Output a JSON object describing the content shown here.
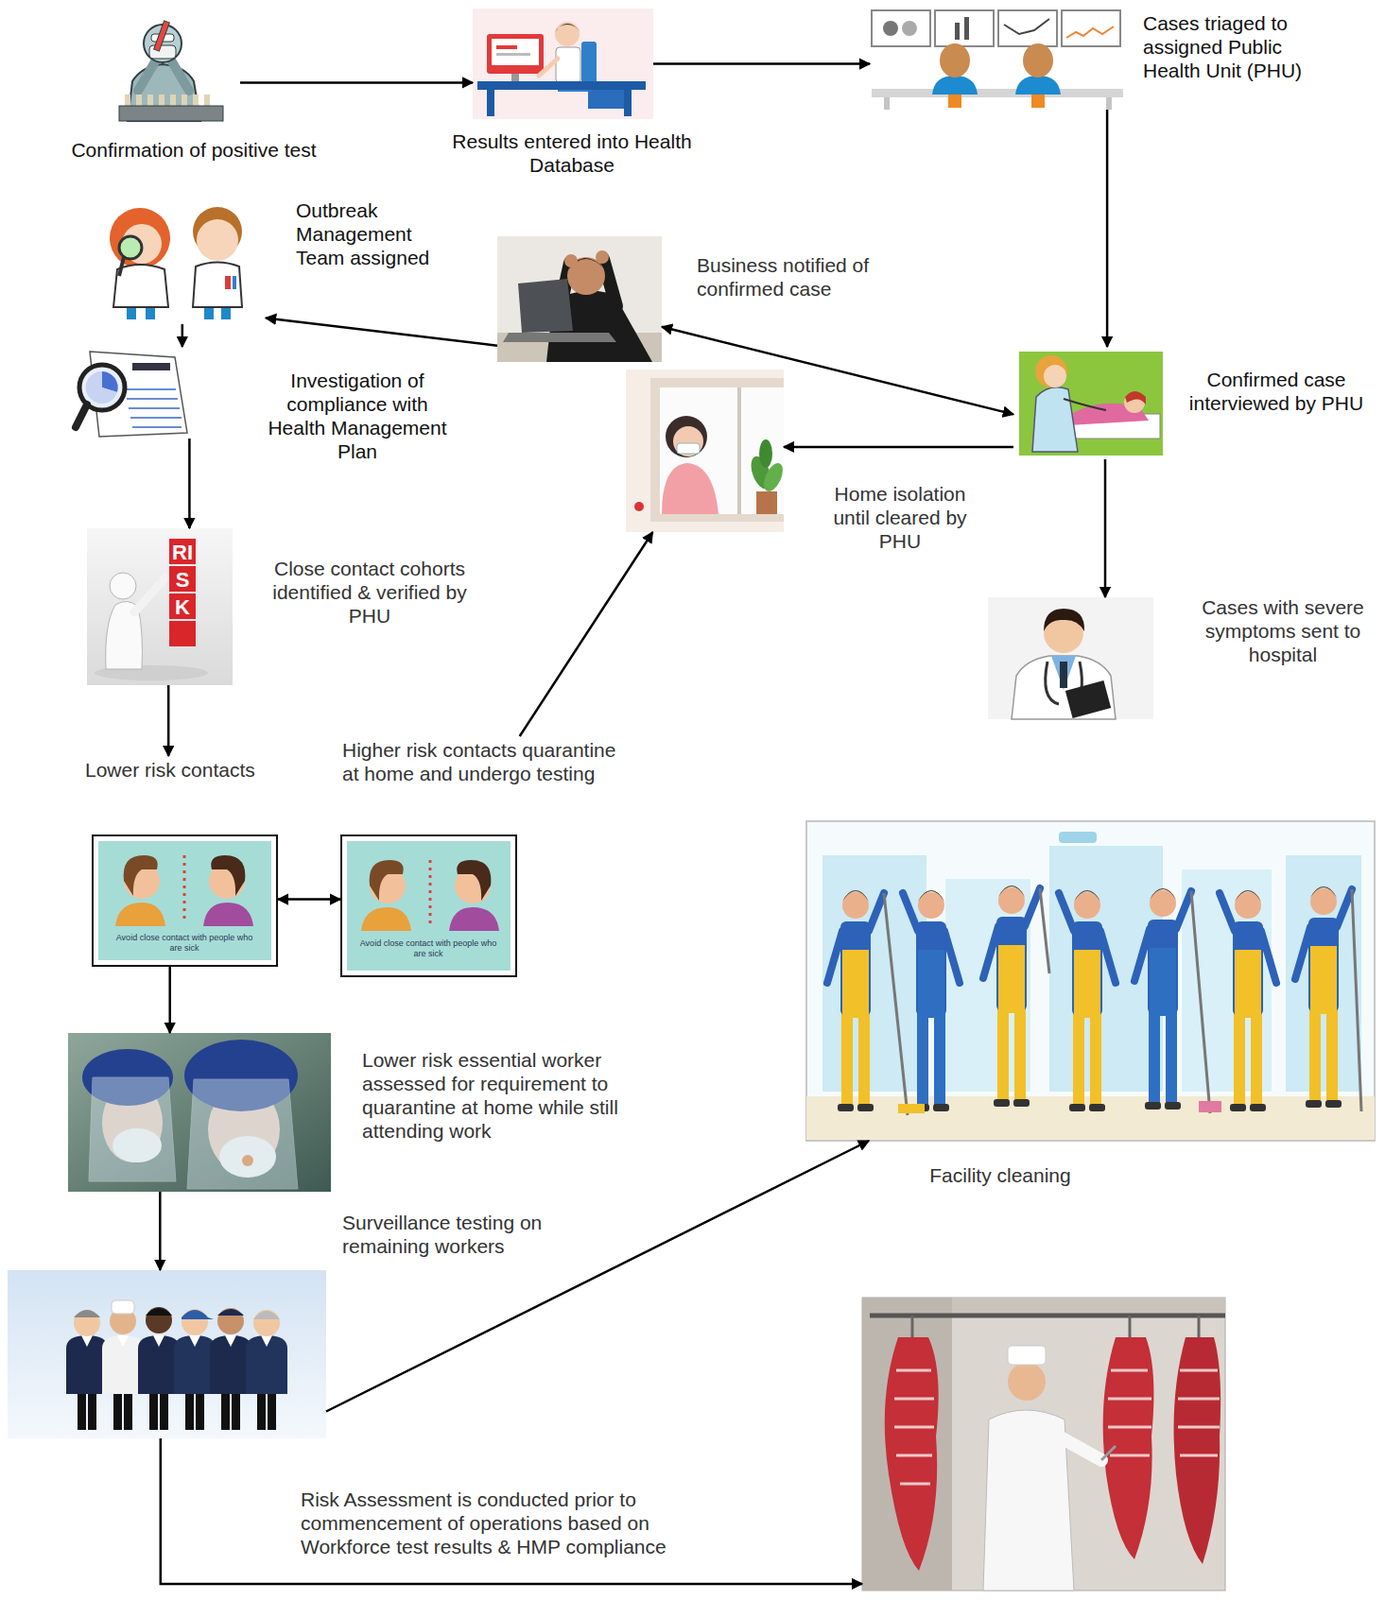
{
  "diagram": {
    "nodes": [
      {
        "text": [
          "Confirmation of positive test"
        ]
      },
      {
        "text": [
          "Results entered into Health Database"
        ]
      },
      {
        "text": [
          "Cases triaged to assigned Public Health Unit (PHU)"
        ]
      },
      {
        "text": [
          "Outbreak Management Team assigned"
        ]
      },
      {
        "text": [
          "Business notified of confirmed case"
        ]
      },
      {
        "text": [
          "Investigation of compliance with Health Management Plan"
        ]
      },
      {
        "text": [
          "Confirmed case interviewed by PHU"
        ]
      },
      {
        "text": [
          "Home isolation until cleared by PHU"
        ]
      },
      {
        "text": [
          "Close contact cohorts identified & verified by PHU"
        ]
      },
      {
        "text": [
          "Cases with severe symptoms sent to hospital"
        ]
      },
      {
        "text": [
          "Lower risk contacts"
        ]
      },
      {
        "text": [
          "Higher risk contacts quarantine at home and undergo testing"
        ]
      },
      {
        "text": [
          "Avoid close contact with people who are sick"
        ]
      },
      {
        "text": [
          "Avoid close contact with people who are sick"
        ]
      },
      {
        "text": [
          "Facility cleaning"
        ]
      },
      {
        "text": [
          "Lower risk essential worker assessed for requirement to quarantine at home while still attending work"
        ]
      },
      {
        "text": [
          "Surveillance testing on remaining workers"
        ]
      },
      {
        "text": []
      }
    ],
    "edges": [
      {
        "from": 0,
        "to": 1,
        "arrow": "to"
      },
      {
        "from": 1,
        "to": 2,
        "arrow": "to"
      },
      {
        "from": 2,
        "to": 6,
        "arrow": "to"
      },
      {
        "from": 6,
        "to": 4,
        "arrow": "both"
      },
      {
        "from": 6,
        "to": 7,
        "arrow": "to"
      },
      {
        "from": 6,
        "to": 9,
        "arrow": "to"
      },
      {
        "from": 4,
        "to": 3,
        "arrow": "to"
      },
      {
        "from": 3,
        "to": 5,
        "arrow": "to"
      },
      {
        "from": 5,
        "to": 8,
        "arrow": "to"
      },
      {
        "from": 8,
        "to": 10,
        "arrow": "to"
      },
      {
        "from": 11,
        "to": 7,
        "arrow": "to"
      },
      {
        "from": 12,
        "to": 13,
        "arrow": "both"
      },
      {
        "from": 12,
        "to": 15,
        "arrow": "to"
      },
      {
        "from": 15,
        "to": 16,
        "arrow": "to"
      },
      {
        "from": 16,
        "to": 14,
        "arrow": "to"
      },
      {
        "from": 16,
        "to": 17,
        "arrow": "to",
        "label": "Risk Assessment is conducted prior to commencement of operations based on Workforce test results & HMP compliance"
      }
    ],
    "labels": [
      "RISK"
    ]
  }
}
